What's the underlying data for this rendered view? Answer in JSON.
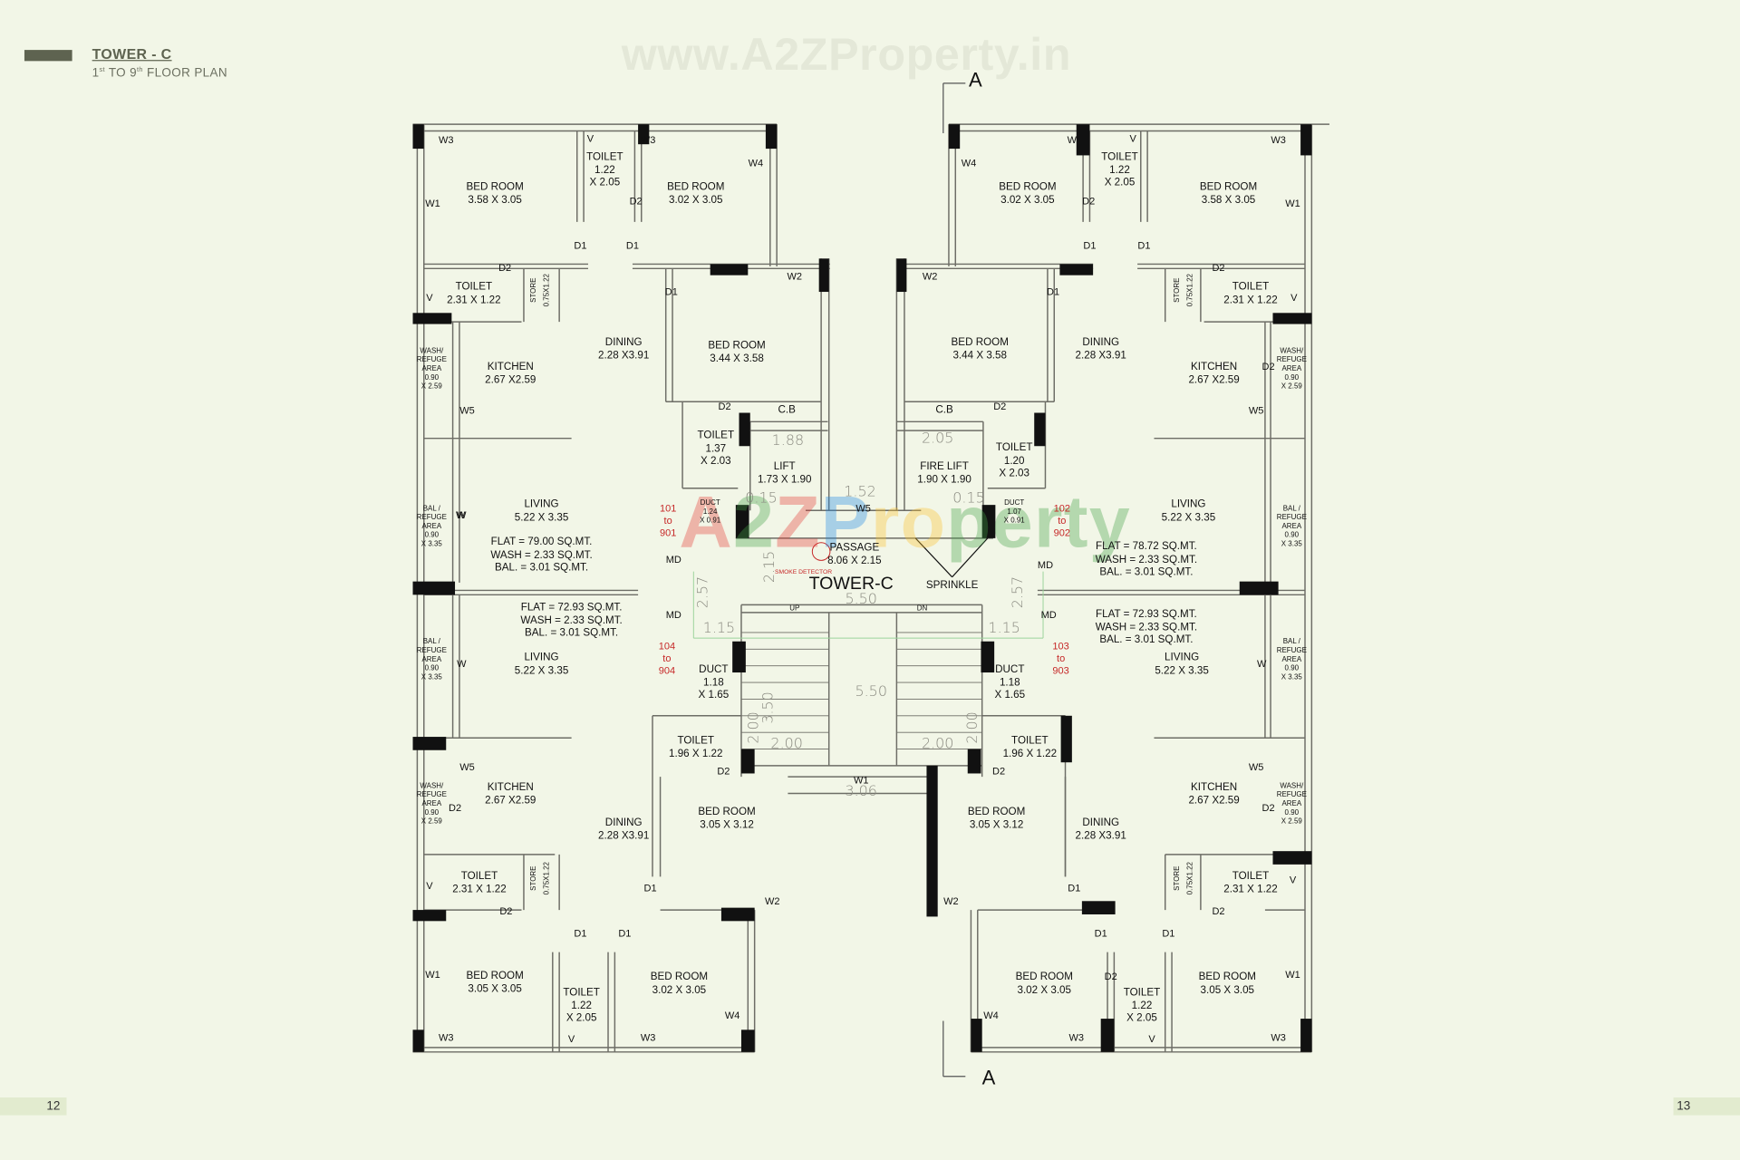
{
  "header": {
    "title": "TOWER - C",
    "subtitle_prefix": "1",
    "subtitle_sup1": "st",
    "subtitle_mid": " TO 9",
    "subtitle_sup2": "th",
    "subtitle_suffix": " FLOOR PLAN"
  },
  "watermark": {
    "url": "www.A2ZProperty.in",
    "letters": [
      "A",
      "2",
      "Z",
      "P",
      "ro",
      "perty"
    ]
  },
  "page_numbers": {
    "left": "12",
    "right": "13"
  },
  "section_marker": "A",
  "colors": {
    "background": "#f2f6e7",
    "header_accent": "#5e6350",
    "flat_number": "#c62828",
    "wall": "#111111"
  },
  "rooms": [
    {
      "lines": [
        "BED ROOM",
        "3.58 X 3.05"
      ]
    },
    {
      "lines": [
        "TOILET",
        "1.22",
        "X 2.05"
      ]
    },
    {
      "lines": [
        "BED ROOM",
        "3.02 X 3.05"
      ]
    },
    {
      "lines": [
        "TOILET",
        "2.31 X 1.22"
      ]
    },
    {
      "lines": [
        "STORE",
        "0.75X1.22"
      ]
    },
    {
      "lines": [
        "DINING",
        "2.28 X3.91"
      ]
    },
    {
      "lines": [
        "KITCHEN",
        "2.67 X2.59"
      ]
    },
    {
      "lines": [
        "BED ROOM",
        "3.44 X 3.58"
      ]
    },
    {
      "lines": [
        "WASH/",
        "REFUGE",
        "AREA",
        "0.90",
        "X 2.59"
      ]
    },
    {
      "lines": [
        "TOILET",
        "1.37",
        "X 2.03"
      ]
    },
    {
      "lines": [
        "LIFT",
        "1.73 X 1.90"
      ]
    },
    {
      "lines": [
        "DUCT",
        "1.24",
        "X 0.91"
      ]
    },
    {
      "lines": [
        "LIVING",
        "5.22 X 3.35"
      ]
    },
    {
      "lines": [
        "FLAT = 79.00 SQ.MT.",
        "WASH = 2.33 SQ.MT.",
        "BAL. = 3.01 SQ.MT."
      ]
    },
    {
      "lines": [
        "BAL /",
        "REFUGE",
        "AREA",
        "0.90",
        "X 3.35"
      ]
    },
    {
      "lines": [
        "101",
        "to",
        "901"
      ]
    },
    {
      "lines": [
        "BED ROOM",
        "3.02 X 3.05"
      ]
    },
    {
      "lines": [
        "TOILET",
        "1.22",
        "X 2.05"
      ]
    },
    {
      "lines": [
        "BED ROOM",
        "3.58 X 3.05"
      ]
    },
    {
      "lines": [
        "TOILET",
        "2.31 X 1.22"
      ]
    },
    {
      "lines": [
        "STORE",
        "0.75X1.22"
      ]
    },
    {
      "lines": [
        "BED ROOM",
        "3.44 X 3.58"
      ]
    },
    {
      "lines": [
        "DINING",
        "2.28 X3.91"
      ]
    },
    {
      "lines": [
        "KITCHEN",
        "2.67 X2.59"
      ]
    },
    {
      "lines": [
        "WASH/",
        "REFUGE",
        "AREA",
        "0.90",
        "X 2.59"
      ]
    },
    {
      "lines": [
        "C.B"
      ]
    },
    {
      "lines": [
        "C.B"
      ]
    },
    {
      "lines": [
        "FIRE LIFT",
        "1.90 X 1.90"
      ]
    },
    {
      "lines": [
        "TOILET",
        "1.20",
        "X 2.03"
      ]
    },
    {
      "lines": [
        "DUCT",
        "1.07",
        "X 0.91"
      ]
    },
    {
      "lines": [
        "LIVING",
        "5.22 X 3.35"
      ]
    },
    {
      "lines": [
        "FLAT = 78.72 SQ.MT.",
        "WASH = 2.33 SQ.MT.",
        "BAL. = 3.01 SQ.MT."
      ]
    },
    {
      "lines": [
        "BAL /",
        "REFUGE",
        "AREA",
        "0.90",
        "X 3.35"
      ]
    },
    {
      "lines": [
        "102",
        "to",
        "902"
      ]
    },
    {
      "lines": [
        "PASSAGE",
        "8.06 X 2.15"
      ]
    },
    {
      "lines": [
        "TOWER-C"
      ]
    },
    {
      "lines": [
        "SPRINKLE"
      ]
    },
    {
      "lines": [
        "SMOKE DETECTOR"
      ]
    },
    {
      "lines": [
        "UP"
      ]
    },
    {
      "lines": [
        "DN"
      ]
    },
    {
      "lines": [
        "FLAT = 72.93 SQ.MT.",
        "WASH = 2.33 SQ.MT.",
        "BAL. = 3.01 SQ.MT."
      ]
    },
    {
      "lines": [
        "LIVING",
        "5.22 X 3.35"
      ]
    },
    {
      "lines": [
        "BAL /",
        "REFUGE",
        "AREA",
        "0.90",
        "X 3.35"
      ]
    },
    {
      "lines": [
        "104",
        "to",
        "904"
      ]
    },
    {
      "lines": [
        "DUCT",
        "1.18",
        "X 1.65"
      ]
    },
    {
      "lines": [
        "TOILET",
        "1.96 X 1.22"
      ]
    },
    {
      "lines": [
        "KITCHEN",
        "2.67 X2.59"
      ]
    },
    {
      "lines": [
        "WASH/",
        "REFUGE",
        "AREA",
        "0.90",
        "X 2.59"
      ]
    },
    {
      "lines": [
        "DINING",
        "2.28 X3.91"
      ]
    },
    {
      "lines": [
        "BED ROOM",
        "3.05 X 3.12"
      ]
    },
    {
      "lines": [
        "TOILET",
        "2.31 X 1.22"
      ]
    },
    {
      "lines": [
        "STORE",
        "0.75X1.22"
      ]
    },
    {
      "lines": [
        "BED ROOM",
        "3.05 X 3.05"
      ]
    },
    {
      "lines": [
        "TOILET",
        "1.22",
        "X 2.05"
      ]
    },
    {
      "lines": [
        "BED ROOM",
        "3.02 X 3.05"
      ]
    },
    {
      "lines": [
        "FLAT = 72.93 SQ.MT.",
        "WASH = 2.33 SQ.MT.",
        "BAL. = 3.01 SQ.MT."
      ]
    },
    {
      "lines": [
        "LIVING",
        "5.22 X 3.35"
      ]
    },
    {
      "lines": [
        "BAL /",
        "REFUGE",
        "AREA",
        "0.90",
        "X 3.35"
      ]
    },
    {
      "lines": [
        "103",
        "to",
        "903"
      ]
    },
    {
      "lines": [
        "DUCT",
        "1.18",
        "X 1.65"
      ]
    },
    {
      "lines": [
        "TOILET",
        "1.96 X 1.22"
      ]
    },
    {
      "lines": [
        "KITCHEN",
        "2.67 X2.59"
      ]
    },
    {
      "lines": [
        "WASH/",
        "REFUGE",
        "AREA",
        "0.90",
        "X 2.59"
      ]
    },
    {
      "lines": [
        "DINING",
        "2.28 X3.91"
      ]
    },
    {
      "lines": [
        "BED ROOM",
        "3.05 X 3.12"
      ]
    },
    {
      "lines": [
        "TOILET",
        "2.31 X 1.22"
      ]
    },
    {
      "lines": [
        "STORE",
        "0.75X1.22"
      ]
    },
    {
      "lines": [
        "BED ROOM",
        "3.02 X 3.05"
      ]
    },
    {
      "lines": [
        "TOILET",
        "1.22",
        "X 2.05"
      ]
    },
    {
      "lines": [
        "BED ROOM",
        "3.05 X 3.05"
      ]
    }
  ],
  "marks": [
    "W3",
    "V",
    "W3",
    "W4",
    "W1",
    "D2",
    "D1",
    "D1",
    "D2",
    "V",
    "D1",
    "W2",
    "D2",
    "W5",
    "W",
    "MD",
    "MD",
    "W",
    "W5",
    "D2",
    "D2",
    "W2",
    "D1",
    "V",
    "D2",
    "D1",
    "D1",
    "W1",
    "W3",
    "V",
    "W3",
    "W4",
    "W4",
    "W",
    "V",
    "W3",
    "W1",
    "D2",
    "D1",
    "D1",
    "D2",
    "V",
    "W2",
    "D1",
    "D2",
    "D2",
    "W5",
    "W",
    "MD",
    "MD",
    "W",
    "W5",
    "D2",
    "D2",
    "D1",
    "W2",
    "V",
    "D2",
    "D1",
    "D1",
    "W1",
    "D2",
    "W4",
    "W3",
    "V",
    "W3",
    "W5",
    "W1"
  ],
  "dimensions": [
    "1.88",
    "2.05",
    "1.52",
    "0.15",
    "0.15",
    "2.15",
    "2.57",
    "2.57",
    "5.50",
    "1.15",
    "1.15",
    "3.50",
    "5.50",
    "2.00",
    "2.00",
    "2.00",
    "2.00",
    "3.06"
  ]
}
